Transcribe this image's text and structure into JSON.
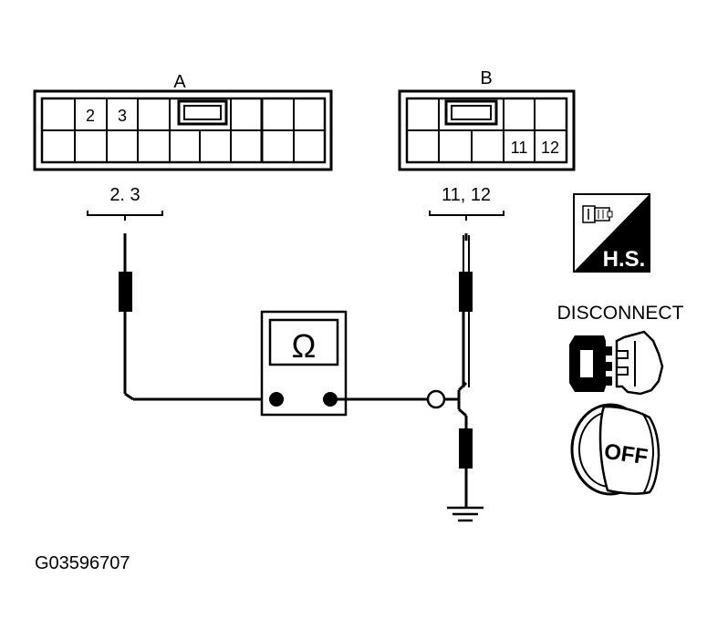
{
  "connector_a": {
    "label": "A",
    "pins": [
      "2",
      "3"
    ],
    "test_pins": "2. 3"
  },
  "connector_b": {
    "label": "B",
    "pins": [
      "11",
      "12"
    ],
    "test_pins": "11, 12"
  },
  "meter": {
    "symbol": "Ω"
  },
  "harness_icon": {
    "text": "H.S."
  },
  "disconnect": {
    "label": "DISCONNECT"
  },
  "ignition": {
    "text": "OFF"
  },
  "figure_code": "G03596707"
}
